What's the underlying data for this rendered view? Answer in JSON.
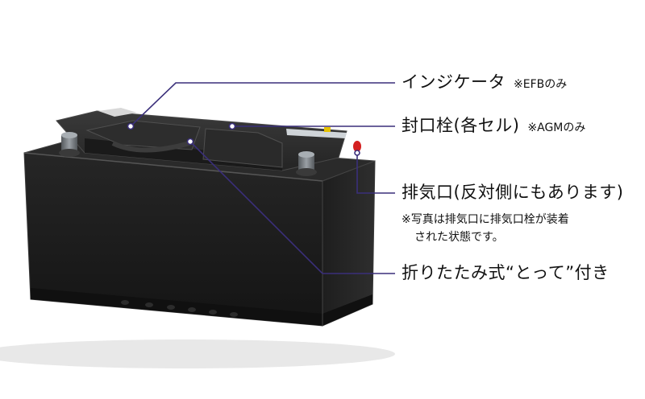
{
  "callouts": {
    "indicator": {
      "label": "インジケータ",
      "note": "※EFBのみ"
    },
    "vent_plug": {
      "label": "封口栓(各セル)",
      "note": "※AGMのみ"
    },
    "vent_hole": {
      "label": "排気口(反対側にもあります)"
    },
    "photo_note": {
      "line1": "※写真は排気口に排気口栓が装着",
      "line2": "された状態です。"
    },
    "handle": {
      "label": "折りたたみ式“とって”付き"
    }
  },
  "colors": {
    "leader_line": "#3a2f7a",
    "battery_body": "#1c1c1c",
    "battery_edge": "#333333",
    "terminal": "#6e7378",
    "vent_red": "#d42020"
  }
}
